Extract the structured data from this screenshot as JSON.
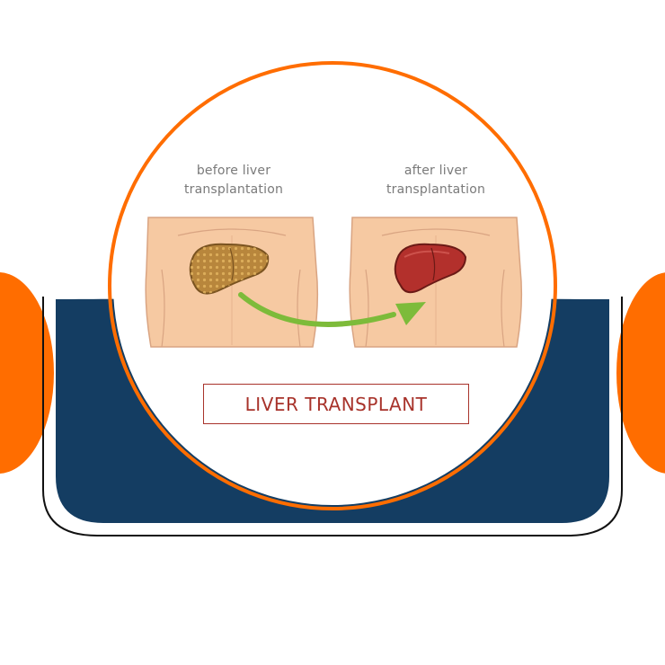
{
  "captions": {
    "before": [
      "before liver",
      "transplantation"
    ],
    "after": [
      "after liver",
      "transplantation"
    ]
  },
  "title": "LIVER TRANSPLANT",
  "colors": {
    "orange": "#ff6d00",
    "navy": "#143d62",
    "skin": "#f6c9a2",
    "skin_outline": "#d9a482",
    "diseased_liver": "#b8863c",
    "healthy_liver": "#b3302c",
    "arrow_green": "#7dbb3a",
    "title_red": "#a8332b",
    "caption_gray": "#7a7a7a"
  },
  "icons": {
    "diseased": "diseased-liver-icon",
    "healthy": "healthy-liver-icon",
    "arrow": "curved-arrow-icon"
  }
}
